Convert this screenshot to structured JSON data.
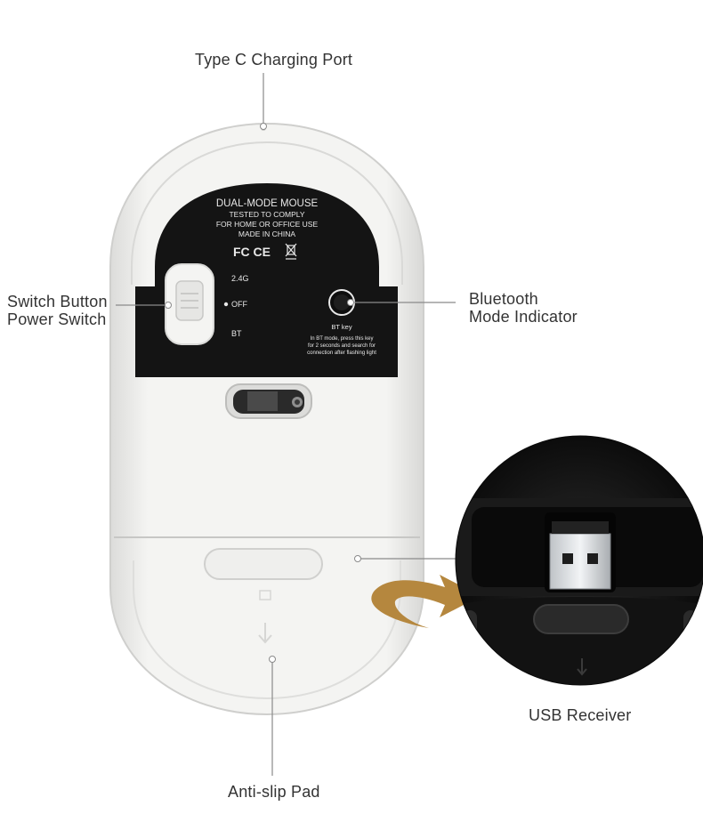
{
  "callouts": {
    "charging_port": "Type C Charging Port",
    "switch_line1": "Switch Button",
    "switch_line2": "Power Switch",
    "bluetooth_line1": "Bluetooth",
    "bluetooth_line2": "Mode Indicator",
    "usb_receiver": "USB Receiver",
    "anti_slip": "Anti-slip Pad"
  },
  "sticker": {
    "title": "DUAL-MODE MOUSE",
    "line1": "TESTED TO COMPLY",
    "line2": "FOR HOME OR OFFICE USE",
    "line3": "MADE IN CHINA",
    "certs": "FC CE",
    "mode_24g": "2.4G",
    "mode_off": "OFF",
    "mode_bt": "BT",
    "bt_key": "BT key",
    "bt_note1": "In BT mode, press this key",
    "bt_note2": "for 2 seconds and search for",
    "bt_note3": "connection after flashing light"
  },
  "colors": {
    "mouse_body": "#f2f2f0",
    "sticker": "#141414",
    "arrow": "#b5873e",
    "leader_line": "#8a8a8a"
  }
}
